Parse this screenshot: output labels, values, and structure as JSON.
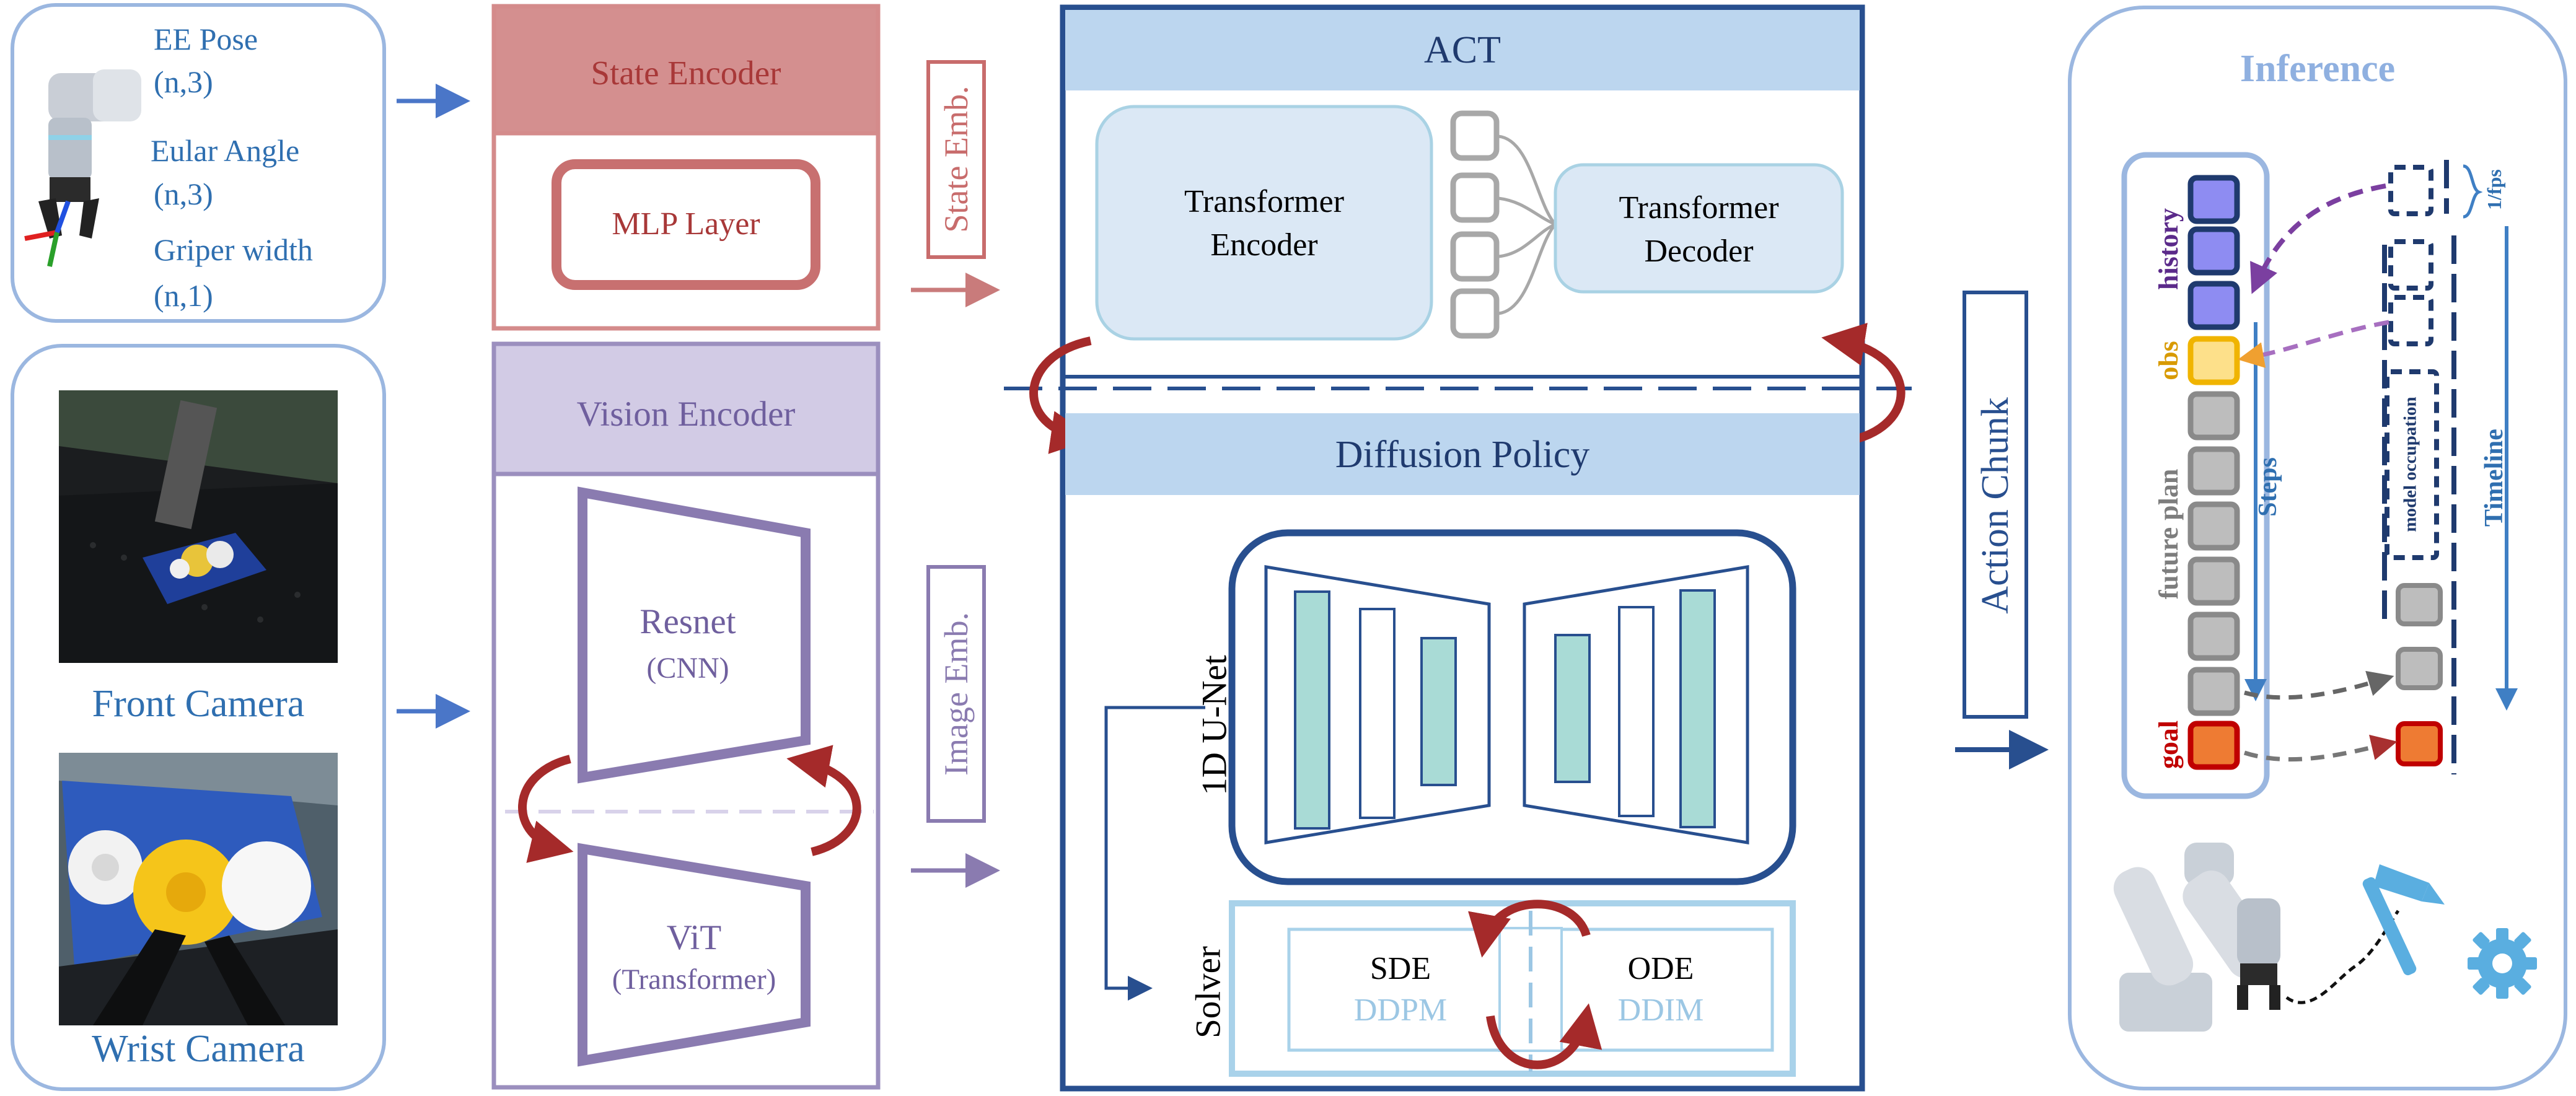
{
  "inputs": {
    "ee_pose": "EE Pose",
    "ee_pose_shape": "(n,3)",
    "euler": "Eular Angle",
    "euler_shape": "(n,3)",
    "gripper": "Griper width",
    "gripper_shape": "(n,1)",
    "front_camera": "Front Camera",
    "wrist_camera": "Wrist Camera"
  },
  "state_encoder": {
    "title": "State Encoder",
    "mlp": "MLP Layer",
    "emb": "State Emb."
  },
  "vision_encoder": {
    "title": "Vision Encoder",
    "resnet": "Resnet",
    "resnet_sub": "(CNN)",
    "vit": "ViT",
    "vit_sub": "(Transformer)",
    "emb": "Image Emb."
  },
  "act": {
    "title": "ACT",
    "encoder_l1": "Transformer",
    "encoder_l2": "Encoder",
    "decoder_l1": "Transformer",
    "decoder_l2": "Decoder"
  },
  "diffusion": {
    "title": "Diffusion Policy",
    "unet": "1D U-Net",
    "solver": "Solver",
    "sde": "SDE",
    "ddpm": "DDPM",
    "ode": "ODE",
    "ddim": "DDIM"
  },
  "action_chunk": "Action Chunk",
  "inference": {
    "title": "Inference",
    "history": "history",
    "obs": "obs",
    "future_plan": "future plan",
    "goal": "goal",
    "steps": "Steps",
    "model_occupation": "model occupation",
    "timeline": "Timeline",
    "fps": "1/fps"
  },
  "colors": {
    "blue_border": "#7b9fd6",
    "state_red": "#c86c6c",
    "vision_purple": "#8a7bb0",
    "dark_blue": "#284f8f",
    "light_blue_box": "#dde8f5",
    "cyan": "#9cc7e4",
    "teal": "#a9dbd6",
    "arrow_red": "#a52a2a",
    "history_purple": "#8e8cf2",
    "obs_yellow": "#fde08a",
    "goal_orange": "#ee7b33"
  }
}
